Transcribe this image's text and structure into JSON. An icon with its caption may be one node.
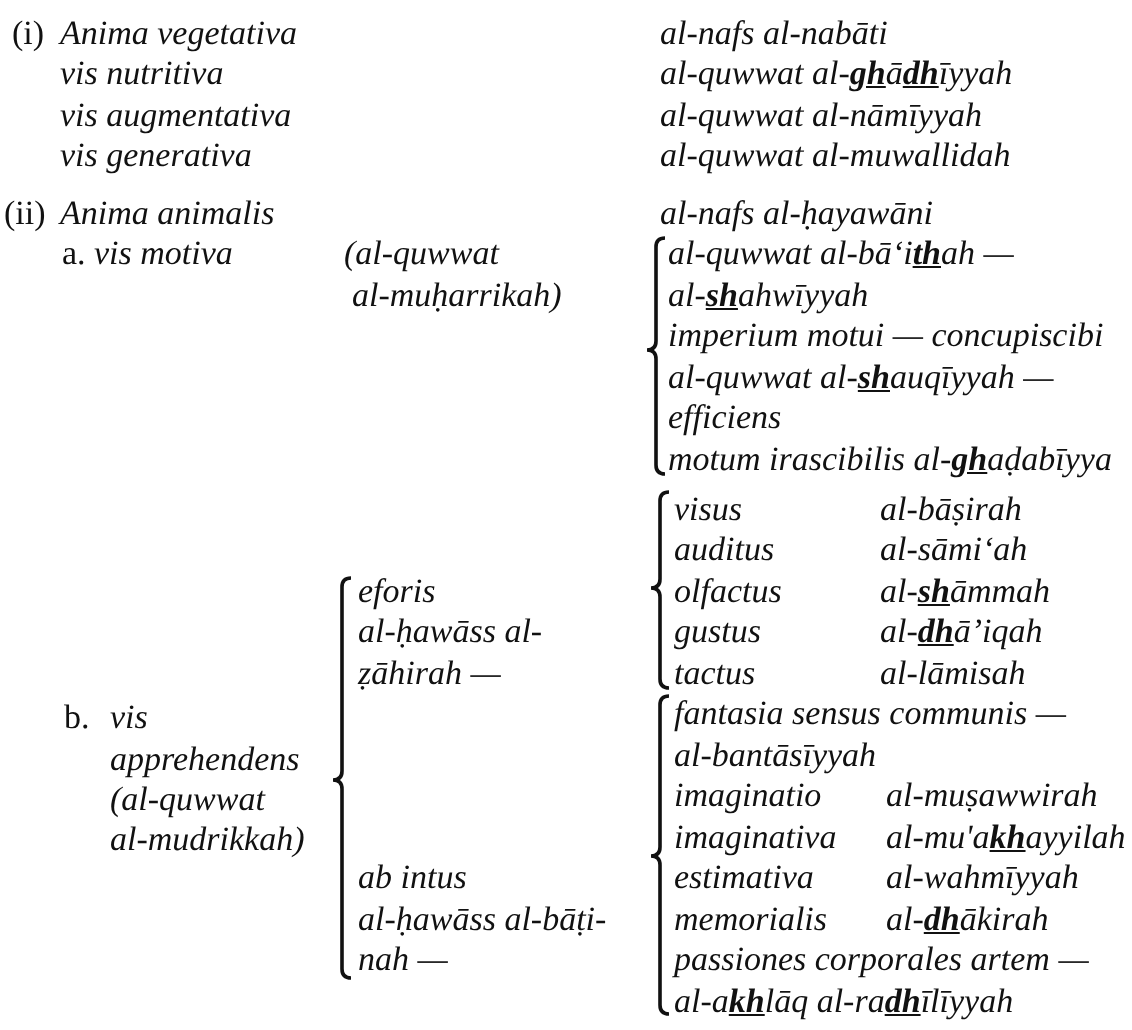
{
  "diagram": {
    "labels": [
      "(i)",
      "Anima vegetativa",
      "al-nafs al-nabāti",
      "vis nutritiva",
      "al-quwwat al-**gh**ā**dh**īyyah",
      "vis augmentativa",
      "al-quwwat al-nāmīyyah",
      "vis generativa",
      "al-quwwat al-muwallidah",
      "(ii)",
      "Anima animalis",
      "al-nafs al-ḥayawāni",
      "a.",
      "vis motiva",
      "(al-quwwat al-muḥarrikah)",
      "al-quwwat al-bā‘i**th**ah — al-**sh**ahwīyyah",
      "imperium motui — concupiscibi",
      "al-quwwat al-**sh**auqīyyah — efficiens",
      "motum irascibilis al-**gh**aḍabīyya",
      "b.",
      "vis apprehendens",
      "(al-quwwat al-mudrikkah)",
      "eforis",
      "al-ḥawāss al- ẓāhirah —",
      "visus",
      "al-bāṣirah",
      "auditus",
      "al-sāmi‘ah",
      "olfactus",
      "al-**sh**āmmah",
      "gustus",
      "al-**dh**ā’iqah",
      "tactus",
      "al-lāmisah",
      "ab intus",
      "al-ḥawāss al-bāṭi- nah —",
      "fantasia sensus communis — al-bantāsīyyah",
      "imaginatio",
      "al-muṣawwirah",
      "imaginativa",
      "al-mu'a**kh**ayyilah",
      "estimativa",
      "al-wahmīyyah",
      "memorialis",
      "al-**dh**ākirah",
      "passiones corporales artem — al-a**kh**lāq al-ra**dh**īlīyyah"
    ]
  }
}
